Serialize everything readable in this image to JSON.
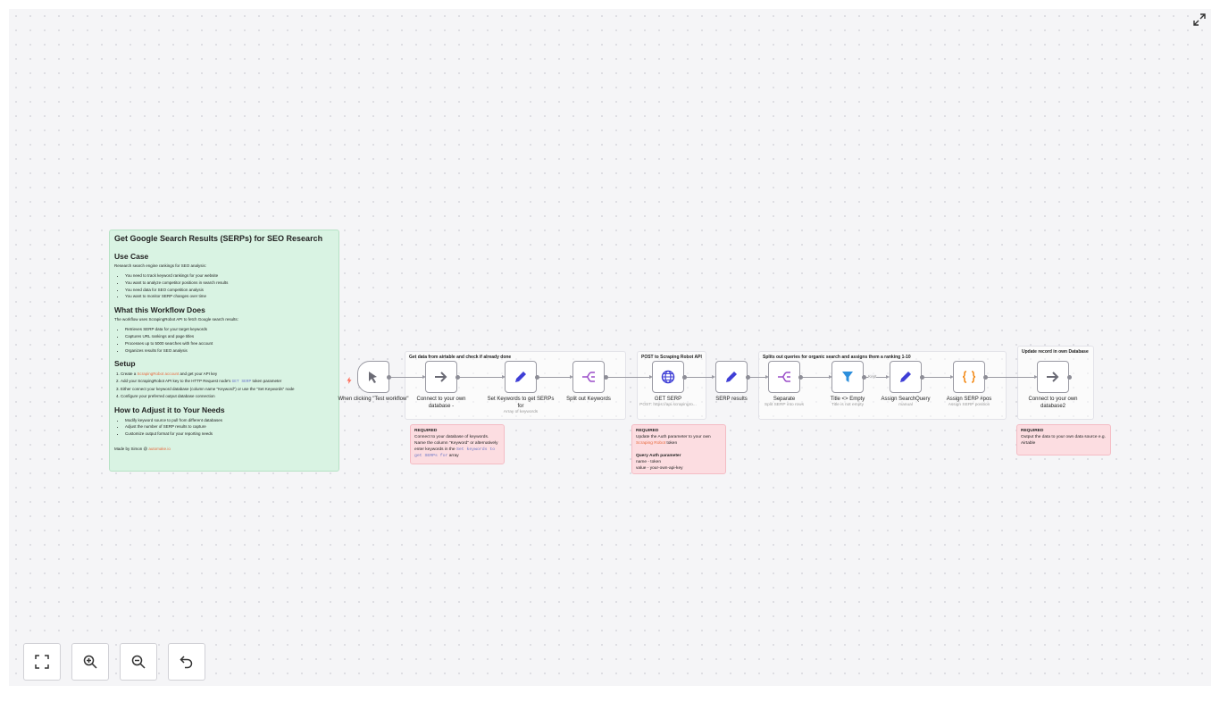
{
  "intro_note": {
    "title": "Get Google Search Results (SERPs) for SEO Research",
    "use_case_heading": "Use Case",
    "use_case_text": "Research search engine rankings for SEO analysis:",
    "use_case_items": [
      "You need to track keyword rankings for your website",
      "You want to analyze competitor positions in search results",
      "You need data for SEO competition analysis",
      "You want to monitor SERP changes over time"
    ],
    "what_heading": "What this Workflow Does",
    "what_text": "The workflow uses ScrapingRobot API to fetch Google search results:",
    "what_items": [
      "Retrieves SERP data for your target keywords",
      "Captures URL rankings and page titles",
      "Processes up to 5000 searches with free account",
      "Organizes results for SEO analysis"
    ],
    "setup_heading": "Setup",
    "setup_1a": "Create a ",
    "setup_1_link": "ScrapingRobot account",
    "setup_1b": " and get your API key",
    "setup_2a": "Add your ScrapingRobot API key to the HTTP Request node's ",
    "setup_2_code": "GET SERP",
    "setup_2b": " token parameter",
    "setup_3": "Either connect your keyword database (column name \"Keyword\") or use the \"Set Keywords\" node",
    "setup_4": "Configure your preferred output database connection",
    "adjust_heading": "How to Adjust it to Your Needs",
    "adjust_items": [
      "Modify keyword source to pull from different databases",
      "Adjust the number of SERP results to capture",
      "Customize output format for your reporting needs"
    ],
    "made_by": "Made by Simon @ ",
    "made_by_link": "automake.io"
  },
  "groups": {
    "g1": "Get data from airtable and check if already done",
    "g2": "POST to Scraping Robot API",
    "g3": "Splits out queries for organic search and assigns them a ranking 1-10",
    "g4": "Update record in own Database"
  },
  "nodes": {
    "trigger": {
      "label": "When clicking \"Test workflow\"",
      "icon": "cursor-icon"
    },
    "connect_db": {
      "label": "Connect to your own database -",
      "icon": "arrow-right-icon"
    },
    "set_keywords": {
      "label": "Set Keywords to get SERPs for",
      "sub": "Array of keywords",
      "icon": "pencil-icon"
    },
    "split_keywords": {
      "label": "Split out Keywords",
      "icon": "split-icon"
    },
    "get_serp": {
      "label": "GET SERP",
      "sub": "POST: https://api.scrapingro...",
      "icon": "globe-icon"
    },
    "serp_results": {
      "label": "SERP results",
      "icon": "pencil-icon"
    },
    "separate": {
      "label": "Separate",
      "sub": "Split SERP into rows",
      "icon": "split-icon"
    },
    "title_empty": {
      "label": "Title <> Empty",
      "sub": "Title is not empty",
      "icon": "filter-icon"
    },
    "assign_query": {
      "label": "Assign SearchQuery",
      "sub": "manual",
      "icon": "pencil-icon"
    },
    "assign_pos": {
      "label": "Assign SERP #pos",
      "sub": "Assign SERP position",
      "icon": "code-braces-icon"
    },
    "connect_db2": {
      "label": "Connect to your own database2",
      "icon": "arrow-right-icon"
    }
  },
  "edge_labels": {
    "kept": "Kept"
  },
  "notes": {
    "n1_title": "REQUIRED",
    "n1_text": "Connect to your database of keywords. Name the column \"Keyword\" or alternatively enter keywords in the",
    "n1_code": "Set keywords to get SERPs for",
    "n1_tail": "array",
    "n2_title": "REQUIRED",
    "n2_text1": "Update the Auth parameter to your own ",
    "n2_link": "Scraping Robot",
    "n2_text2": " token",
    "n2_sub": "Query Auth parameter",
    "n2_line1": "name - token",
    "n2_line2": "value - your-own-api-key",
    "n3_title": "REQUIRED",
    "n3_text": "Output the data to your own data source e.g. Airtable"
  },
  "controls": {
    "fit": "fit-view-icon",
    "zoom_in": "zoom-in-icon",
    "zoom_out": "zoom-out-icon",
    "reset": "undo-icon",
    "fullscreen": "expand-icon"
  },
  "colors": {
    "canvas": "#f5f5f7",
    "note_green": "#d9f3e3",
    "note_pink": "#fcdde1",
    "node_icon_blue": "#3f3fd6",
    "split_purple": "#9b4fc9",
    "code_orange": "#f28a17",
    "link": "#e8693e"
  }
}
